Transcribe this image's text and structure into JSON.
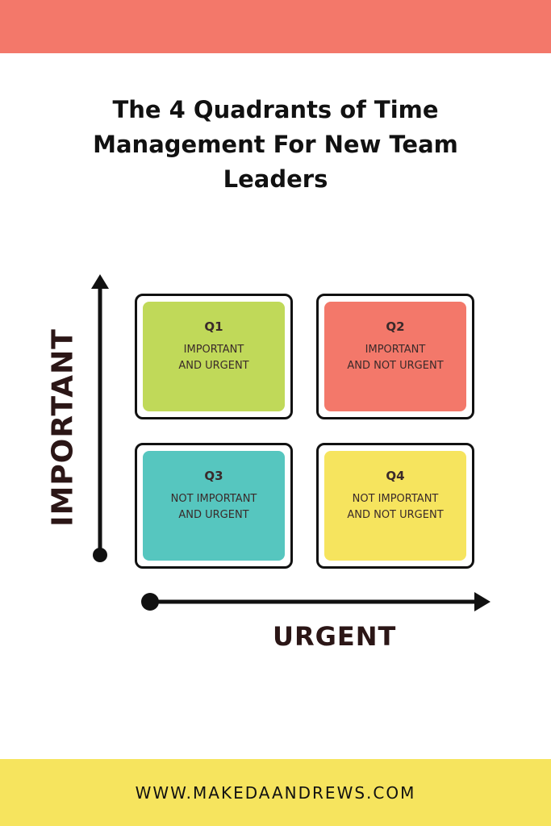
{
  "title": "The 4 Quadrants of Time Management For New Team Leaders",
  "colors": {
    "top_band": "#f3786a",
    "bottom_band": "#f6e45e",
    "q1": "#c0d959",
    "q2": "#f3786a",
    "q3": "#56c6bf",
    "q4": "#f6e45e"
  },
  "axes": {
    "y_label": "IMPORTANT",
    "x_label": "URGENT"
  },
  "quadrants": [
    {
      "name": "Q1",
      "desc_line1": "IMPORTANT",
      "desc_line2": "AND URGENT"
    },
    {
      "name": "Q2",
      "desc_line1": "IMPORTANT",
      "desc_line2": "AND NOT URGENT"
    },
    {
      "name": "Q3",
      "desc_line1": "NOT IMPORTANT",
      "desc_line2": "AND URGENT"
    },
    {
      "name": "Q4",
      "desc_line1": "NOT IMPORTANT",
      "desc_line2": "AND NOT URGENT"
    }
  ],
  "footer": {
    "url": "WWW.MAKEDAANDREWS.COM"
  }
}
